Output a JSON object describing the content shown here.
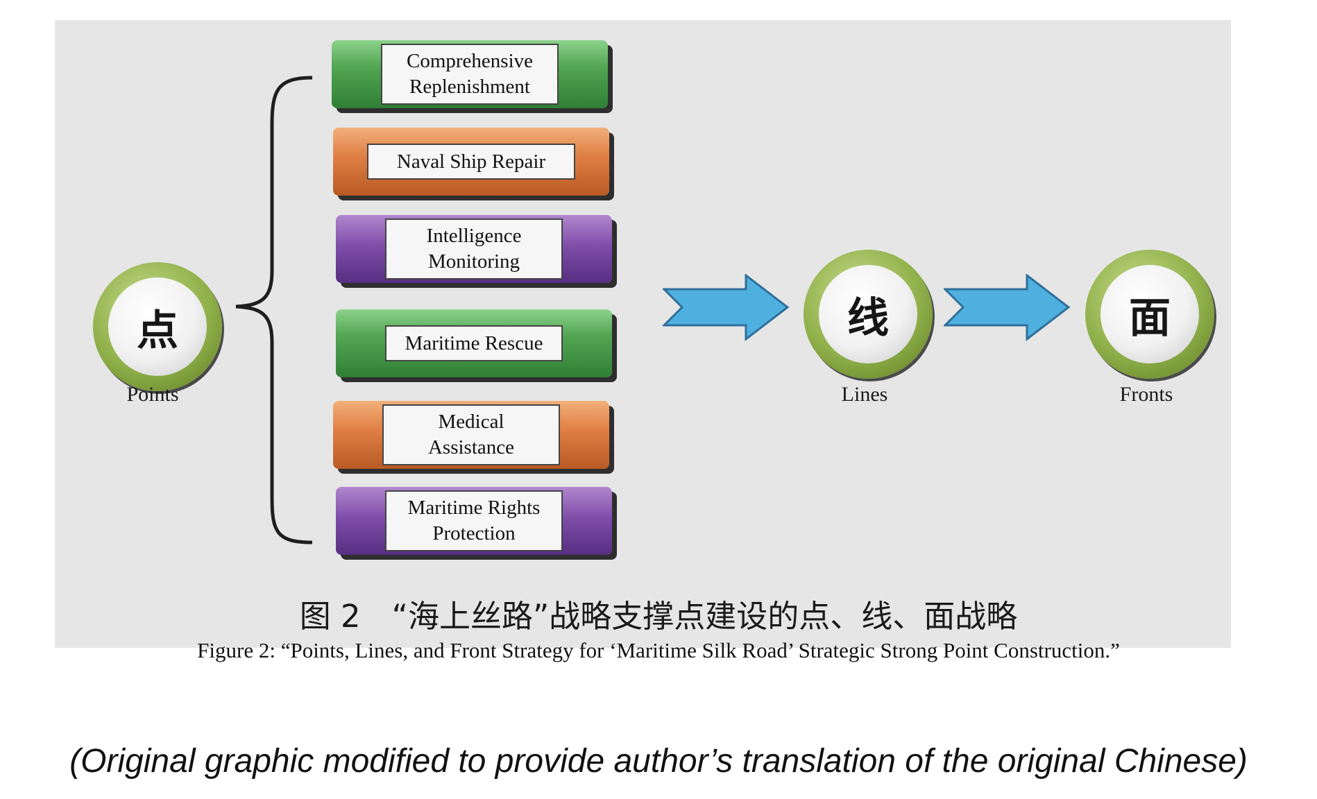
{
  "diagram": {
    "categories": [
      {
        "label": "Comprehensive\nReplenishment",
        "color": "green"
      },
      {
        "label": "Naval Ship Repair",
        "color": "orange"
      },
      {
        "label": "Intelligence\nMonitoring",
        "color": "purple"
      },
      {
        "label": "Maritime Rescue",
        "color": "green"
      },
      {
        "label": "Medical\nAssistance",
        "color": "orange"
      },
      {
        "label": "Maritime Rights\nProtection",
        "color": "purple"
      }
    ],
    "nodes": [
      {
        "char": "点",
        "caption": "Points"
      },
      {
        "char": "线",
        "caption": "Lines"
      },
      {
        "char": "面",
        "caption": "Fronts"
      }
    ],
    "colors": {
      "green": "#4fa050",
      "orange": "#e07f45",
      "purple": "#7f4ea8",
      "arrow": "#4fb0df",
      "node_ring": "#8fb04a",
      "panel": "#e6e6e6"
    }
  },
  "caption_cn": "图 2　“海上丝路”战略支撑点建设的点、线、面战略",
  "caption_en": "Figure 2: “Points, Lines, and Front Strategy for ‘Maritime Silk Road’ Strategic Strong Point Construction.”",
  "footnote": "(Original graphic modified to provide author’s translation of the original Chinese)"
}
